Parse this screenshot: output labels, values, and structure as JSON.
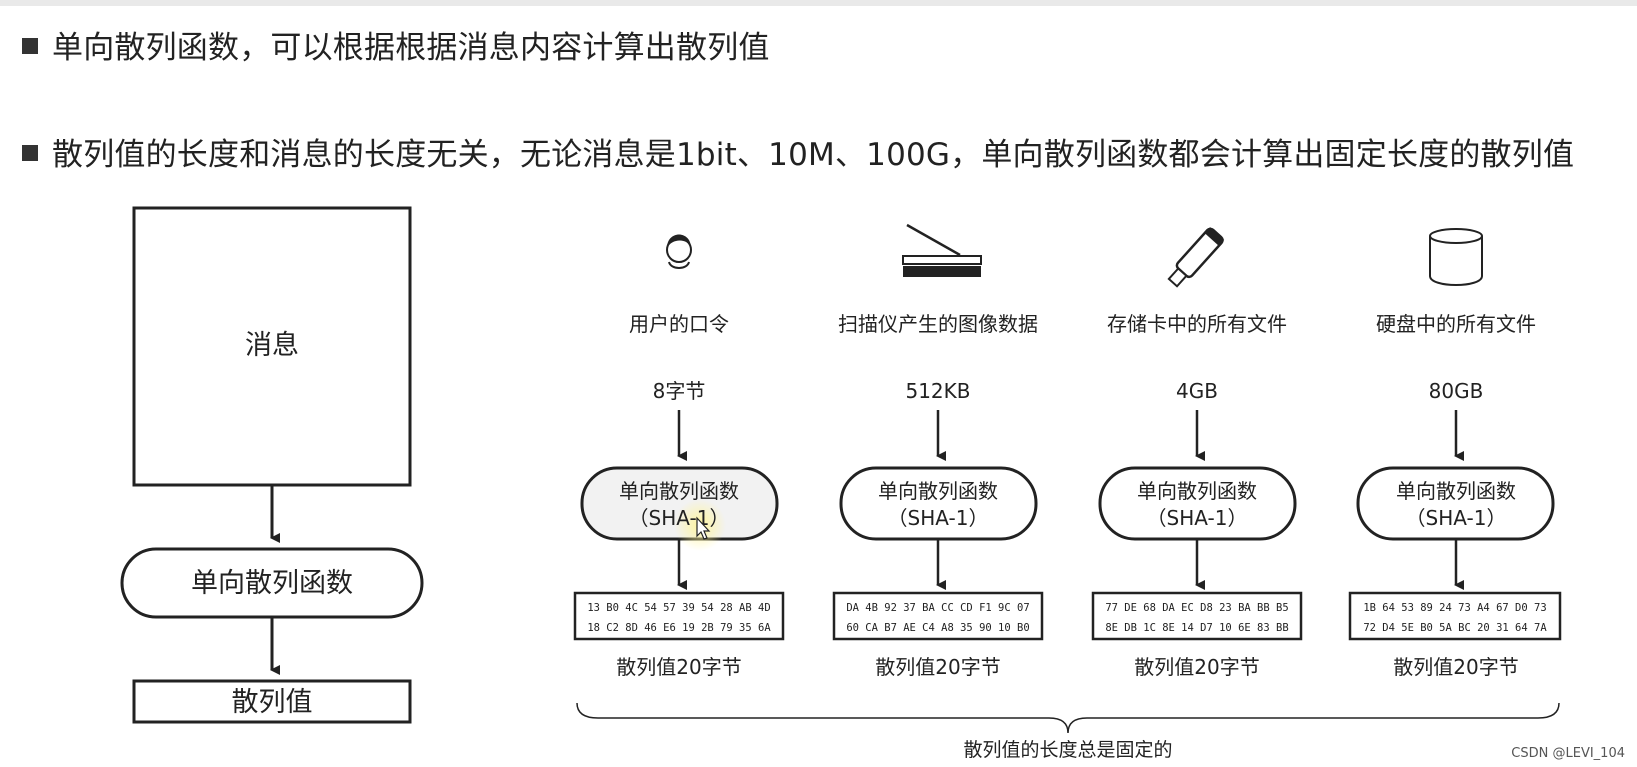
{
  "bullets": [
    "单向散列函数，可以根据根据消息内容计算出散列值",
    "散列值的长度和消息的长度无关，无论消息是1bit、10M、100G，单向散列函数都会计算出固定长度的散列值"
  ],
  "left_flow": {
    "message": "消息",
    "function": "单向散列函数",
    "hash": "散列值"
  },
  "columns": [
    {
      "icon": "person-icon",
      "title": "用户的口令",
      "size": "8字节",
      "func_line1": "单向散列函数",
      "func_line2": "（SHA-1）",
      "hash_row1": "13 B0 4C 54 57 39 54 28 AB 4D",
      "hash_row2": "18 C2 8D 46 E6 19 2B 79 35 6A",
      "hash_label": "散列值20字节"
    },
    {
      "icon": "scanner-icon",
      "title": "扫描仪产生的图像数据",
      "size": "512KB",
      "func_line1": "单向散列函数",
      "func_line2": "（SHA-1）",
      "hash_row1": "DA 4B 92 37 BA CC CD F1 9C 07",
      "hash_row2": "60 CA B7 AE C4 A8 35 90 10 B0",
      "hash_label": "散列值20字节"
    },
    {
      "icon": "usb-drive-icon",
      "title": "存储卡中的所有文件",
      "size": "4GB",
      "func_line1": "单向散列函数",
      "func_line2": "（SHA-1）",
      "hash_row1": "77 DE 68 DA EC D8 23 BA BB B5",
      "hash_row2": "8E DB 1C 8E 14 D7 10 6E 83 BB",
      "hash_label": "散列值20字节"
    },
    {
      "icon": "disk-icon",
      "title": "硬盘中的所有文件",
      "size": "80GB",
      "func_line1": "单向散列函数",
      "func_line2": "（SHA-1）",
      "hash_row1": "1B 64 53 89 24 73 A4 67 D0 73",
      "hash_row2": "72 D4 5E B0 5A BC 20 31 64 7A",
      "hash_label": "散列值20字节"
    }
  ],
  "brace_label": "散列值的长度总是固定的",
  "watermark": "CSDN @LEVI_104",
  "colors": {
    "ink": "#222222",
    "pill_fill": "#ffffff",
    "highlight": "#fff7a8"
  }
}
